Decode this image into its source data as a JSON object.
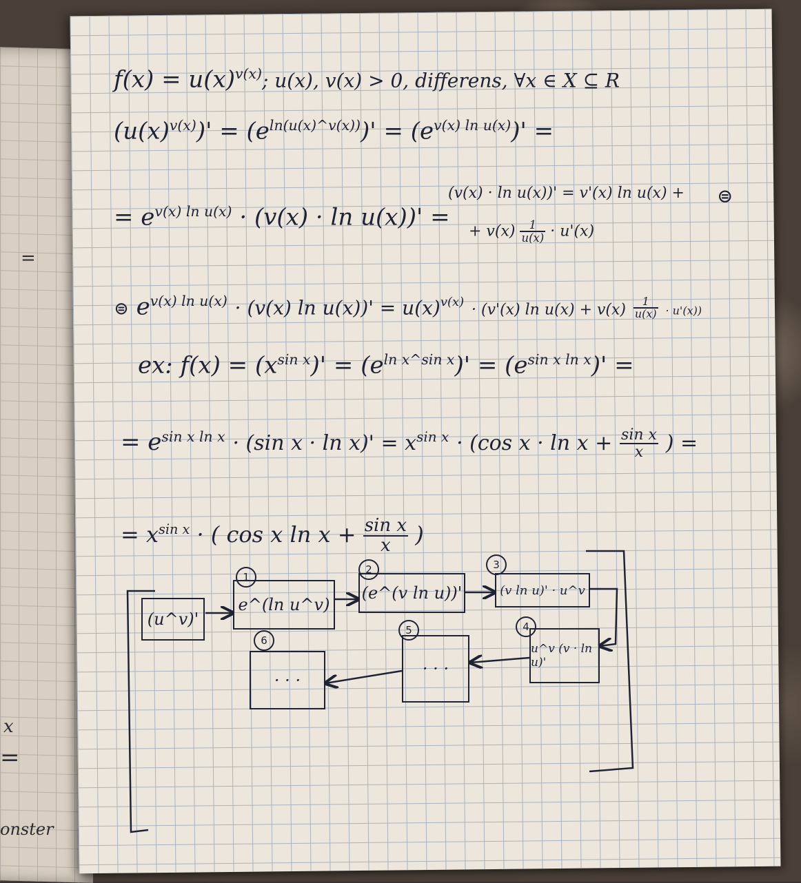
{
  "lines": {
    "l1": "f(x) = u(x)",
    "l1_sup": "v(x)",
    "l1_rest": "; u(x), v(x) > 0, differens, ∀x ∈ X ⊆ R",
    "l2_a": "(u(x)",
    "l2_a_sup": "v(x)",
    "l2_b": ")' = (e",
    "l2_b_sup": "ln(u(x)^v(x))",
    "l2_c": ")' = (e",
    "l2_c_sup": "v(x) ln u(x)",
    "l2_d": ")' =",
    "l3_a": "= e",
    "l3_a_sup": "v(x) ln u(x)",
    "l3_b": "· (v(x) · ln u(x))' =",
    "l3_bracket_top": "(v(x) · ln u(x))' = v'(x) ln u(x) +",
    "l3_bracket_bot_a": "+ v(x)",
    "l3_bracket_num": "1",
    "l3_bracket_den": "u(x)",
    "l3_bracket_bot_b": "· u'(x)",
    "l3_mark": "⊜",
    "l4_mark": "⊜",
    "l4_a": "e",
    "l4_a_sup": "v(x) ln u(x)",
    "l4_b": "· (v(x) ln u(x))' = u(x)",
    "l4_b_sup": "v(x)",
    "l4_c": "· (v'(x) ln u(x) + v(x)",
    "l4_num": "1",
    "l4_den": "u(x)",
    "l4_d": "· u'(x))",
    "l5_a": "ex: f(x) = (x",
    "l5_a_sup": "sin x",
    "l5_b": ")' = (e",
    "l5_b_sup": "ln x^sin x",
    "l5_c": ")' = (e",
    "l5_c_sup": "sin x ln x",
    "l5_d": ")' =",
    "l6_a": "= e",
    "l6_a_sup": "sin x ln x",
    "l6_b": "· (sin x · ln x)' = x",
    "l6_b_sup": "sin x",
    "l6_c": "· (cos x · ln x +",
    "l6_num": "sin x",
    "l6_den": "x",
    "l6_d": ") =",
    "l7_a": "= x",
    "l7_a_sup": "sin x",
    "l7_b": "· ( cos x ln x +",
    "l7_num": "sin x",
    "l7_den": "x",
    "l7_c": ")"
  },
  "diagram": {
    "start": "(u^v)'",
    "b1_num": "1",
    "b1": "e^(ln u^v)",
    "b2_num": "2",
    "b2": "(e^(v ln u))'",
    "b3_num": "3",
    "b3": "(v ln u)' · u^v",
    "b4_num": "4",
    "b4": "u^v (v · ln u)'",
    "b5_num": "5",
    "b5": "· · ·",
    "b6_num": "6",
    "b6": "· · ·"
  },
  "left_page": {
    "mark1": "=",
    "mark2": "x",
    "mark3": "=",
    "word": "onster"
  }
}
